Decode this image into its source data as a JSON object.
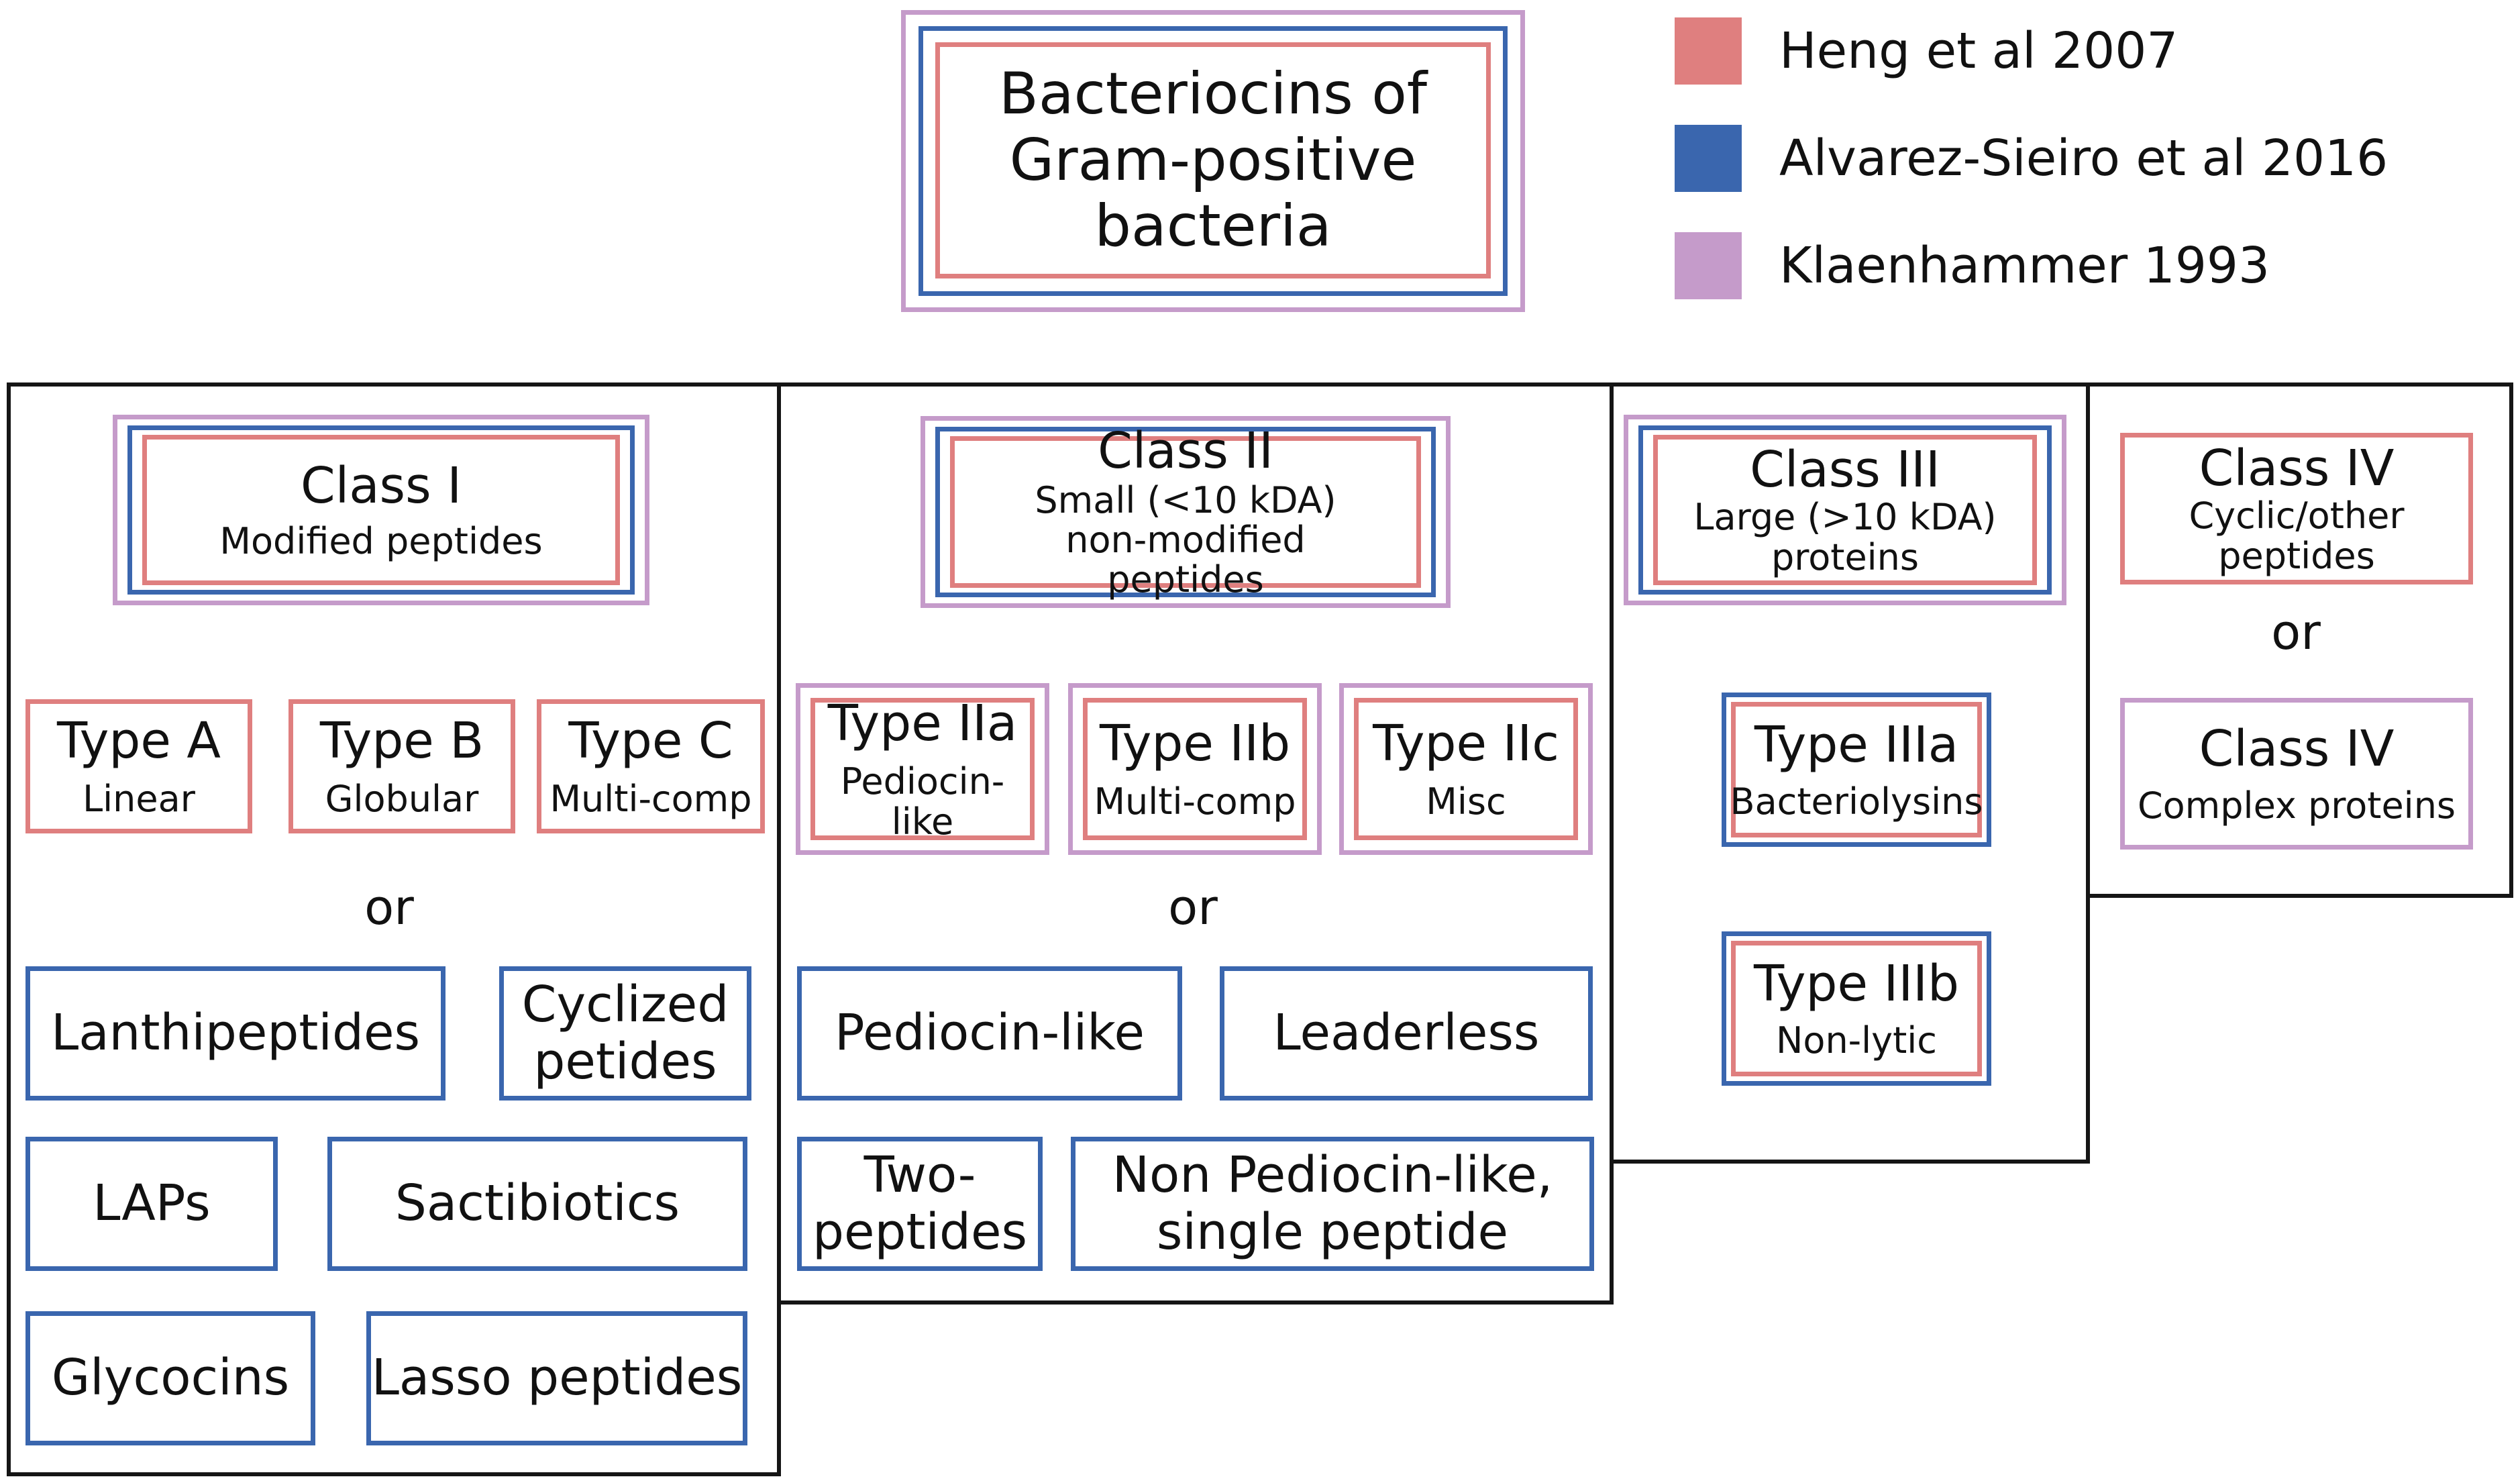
{
  "colors": {
    "heng": "#df7f7f",
    "alvarez": "#3a66ae",
    "klaenhammer": "#c59bca",
    "frame": "#151515"
  },
  "title": {
    "lines": [
      "Bacteriocins of",
      "Gram-positive",
      "bacteria"
    ]
  },
  "legend": [
    {
      "label": "Heng et al  2007",
      "color": "#df7f7f"
    },
    {
      "label": "Alvarez-Sieiro et al  2016",
      "color": "#3a66ae"
    },
    {
      "label": "Klaenhammer 1993",
      "color": "#c59bca"
    }
  ],
  "class1": {
    "title": "Class I",
    "subtitle": "Modified peptides",
    "types": [
      {
        "name": "Type A",
        "desc": "Linear"
      },
      {
        "name": "Type B",
        "desc": "Globular"
      },
      {
        "name": "Type C",
        "desc": "Multi-comp"
      }
    ],
    "or": "or",
    "groups": [
      "Lanthipeptides",
      "Cyclized petides",
      "LAPs",
      "Sactibiotics",
      "Glycocins",
      "Lasso peptides"
    ]
  },
  "class2": {
    "title": "Class II",
    "subtitle": "Small (<10 kDA) non-modified peptides",
    "types": [
      {
        "name": "Type IIa",
        "desc": "Pediocin-like"
      },
      {
        "name": "Type IIb",
        "desc": "Multi-comp"
      },
      {
        "name": "Type IIc",
        "desc": "Misc"
      }
    ],
    "or": "or",
    "groups": [
      "Pediocin-like",
      "Leaderless",
      "Two-peptides",
      "Non Pediocin-like, single peptide"
    ]
  },
  "class3": {
    "title": "Class III",
    "subtitle": "Large (>10 kDA) proteins",
    "types": [
      {
        "name": "Type IIIa",
        "desc": "Bacteriolysins"
      },
      {
        "name": "Type IIIb",
        "desc": "Non-lytic"
      }
    ]
  },
  "class4": {
    "heng": {
      "title": "Class IV",
      "subtitle": "Cyclic/other peptides"
    },
    "or": "or",
    "klaenhammer": {
      "title": "Class IV",
      "subtitle": "Complex proteins"
    }
  }
}
